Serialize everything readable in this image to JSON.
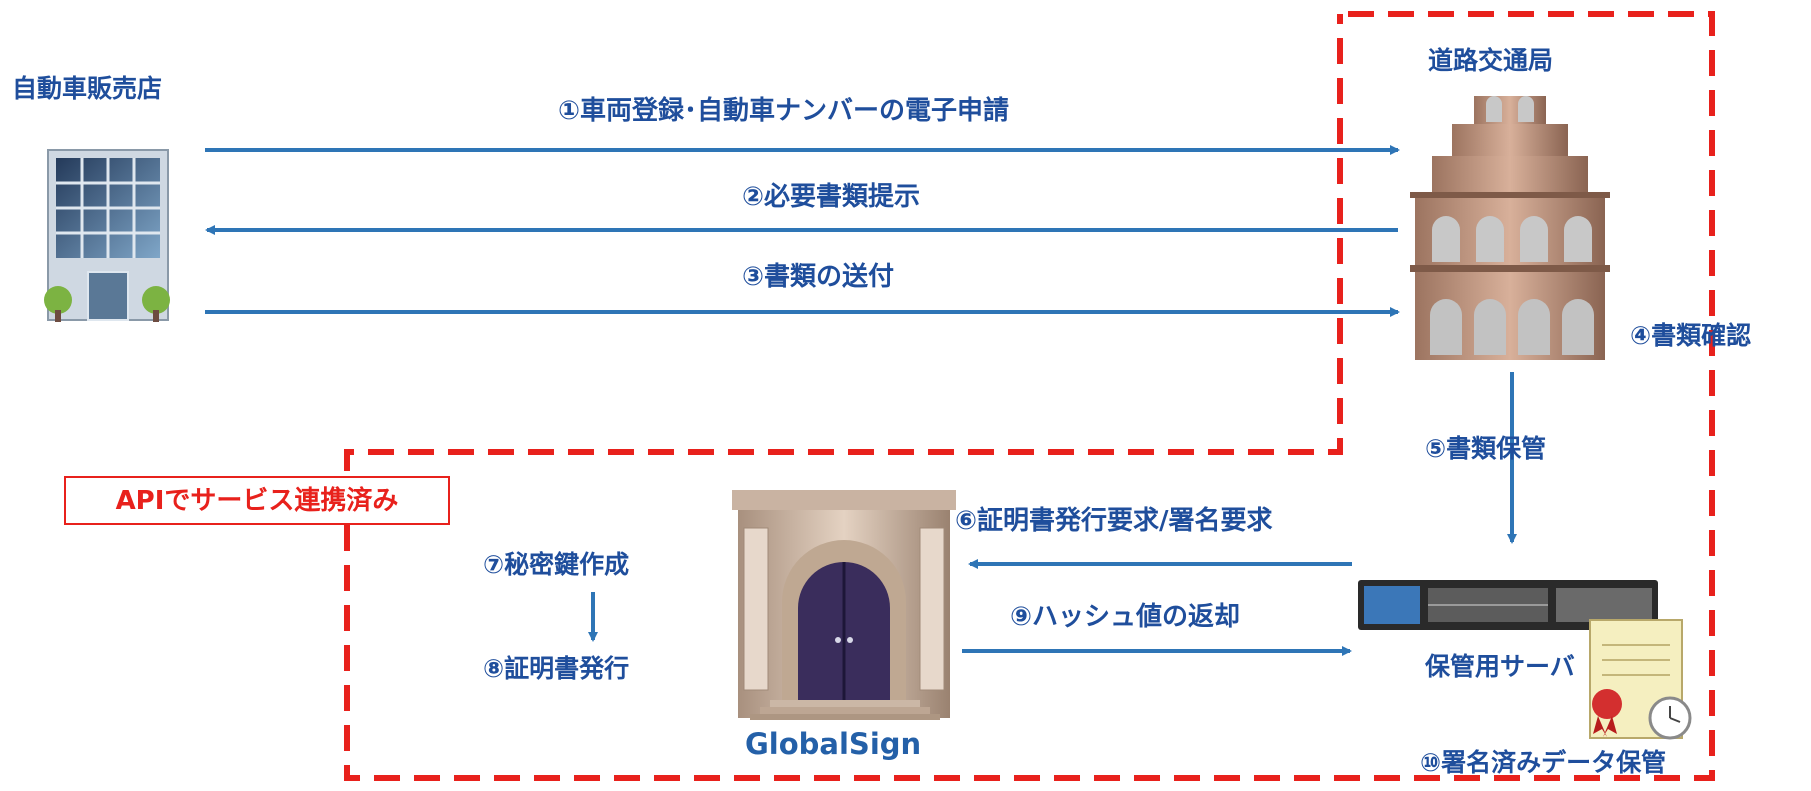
{
  "colors": {
    "arrow": "#2e75b6",
    "dashed_border": "#e8211c",
    "label_text": "#1f4e9c",
    "api_text": "#e8211c"
  },
  "actors": {
    "dealer": "自動車販売店",
    "bureau": "道路交通局",
    "server": "保管用サーバ",
    "globalsign": "GlobalSign"
  },
  "steps": {
    "s1": "①車両登録･自動車ナンバーの電子申請",
    "s2": "②必要書類提示",
    "s3": "③書類の送付",
    "s4": "④書類確認",
    "s5": "⑤書類保管",
    "s6": "⑥証明書発行要求/署名要求",
    "s7": "⑦秘密鍵作成",
    "s8": "⑧証明書発行",
    "s9": "⑨ハッシュ値の返却",
    "s10": "⑩署名済みデータ保管"
  },
  "api_note": "APIでサービス連携済み",
  "icons": {
    "dealer": "office-building-icon",
    "bureau": "government-building-icon",
    "globalsign": "vault-building-icon",
    "server": "rack-server-icon",
    "certificate": "certificate-icon",
    "seal": "award-seal-icon",
    "clock": "clock-icon"
  }
}
